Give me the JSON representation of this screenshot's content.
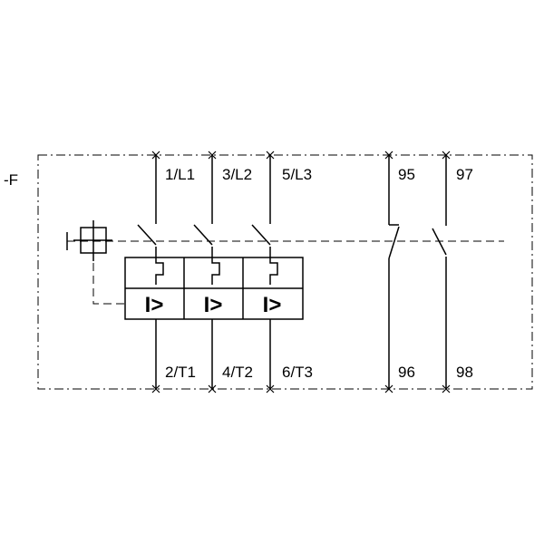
{
  "designation": "-F",
  "terminals": {
    "line_1": "1/L1",
    "line_2": "3/L2",
    "line_3": "5/L3",
    "load_1": "2/T1",
    "load_2": "4/T2",
    "load_3": "6/T3",
    "nc_in": "95",
    "nc_out": "96",
    "no_in": "97",
    "no_out": "98"
  },
  "trip_symbol": "I>"
}
